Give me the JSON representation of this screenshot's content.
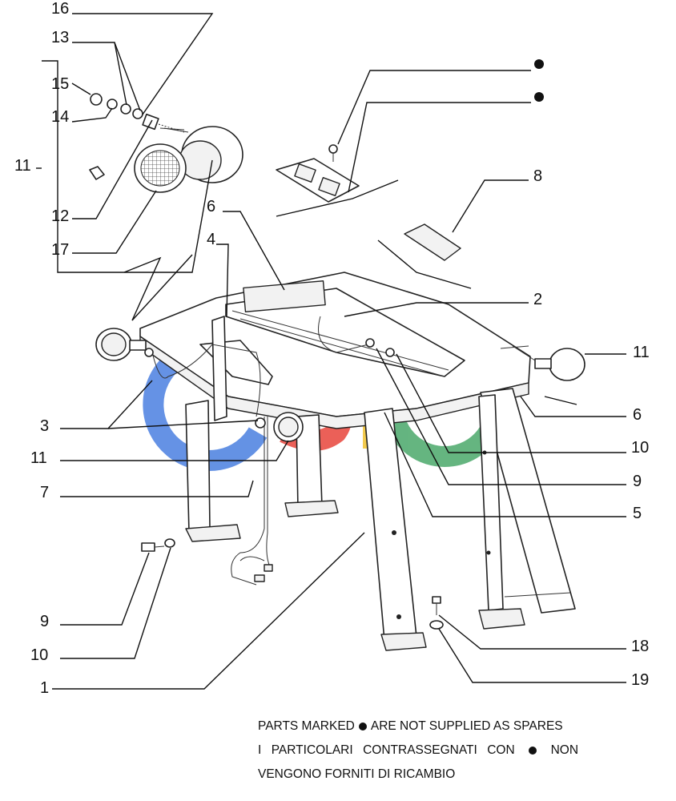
{
  "diagram": {
    "callouts": [
      {
        "id": "16-top",
        "text": "16"
      },
      {
        "id": "13",
        "text": "13"
      },
      {
        "id": "15",
        "text": "15"
      },
      {
        "id": "14",
        "text": "14"
      },
      {
        "id": "11-tl",
        "text": "11"
      },
      {
        "id": "12",
        "text": "12"
      },
      {
        "id": "17",
        "text": "17"
      },
      {
        "id": "6-top",
        "text": "6"
      },
      {
        "id": "4",
        "text": "4"
      },
      {
        "id": "8",
        "text": "8"
      },
      {
        "id": "2",
        "text": "2"
      },
      {
        "id": "11-r",
        "text": "11"
      },
      {
        "id": "6-r",
        "text": "6"
      },
      {
        "id": "3",
        "text": "3"
      },
      {
        "id": "10-r",
        "text": "10"
      },
      {
        "id": "11-l",
        "text": "11"
      },
      {
        "id": "9-r",
        "text": "9"
      },
      {
        "id": "7",
        "text": "7"
      },
      {
        "id": "5",
        "text": "5"
      },
      {
        "id": "9-l",
        "text": "9"
      },
      {
        "id": "10-l",
        "text": "10"
      },
      {
        "id": "18",
        "text": "18"
      },
      {
        "id": "1",
        "text": "1"
      },
      {
        "id": "19",
        "text": "19"
      }
    ],
    "marker_color": "#111111",
    "watermark": {
      "text": "CSC",
      "colors": [
        "#4a7fe0",
        "#e8453c",
        "#f2c230",
        "#4aa86a"
      ]
    }
  },
  "notes": {
    "line1_before": "PARTS MARKED",
    "line1_after": "ARE NOT SUPPLIED AS SPARES",
    "line2_before": "I PARTICOLARI CONTRASSEGNATI CON",
    "line2_after": "NON",
    "line3": "VENGONO FORNITI DI RICAMBIO"
  }
}
